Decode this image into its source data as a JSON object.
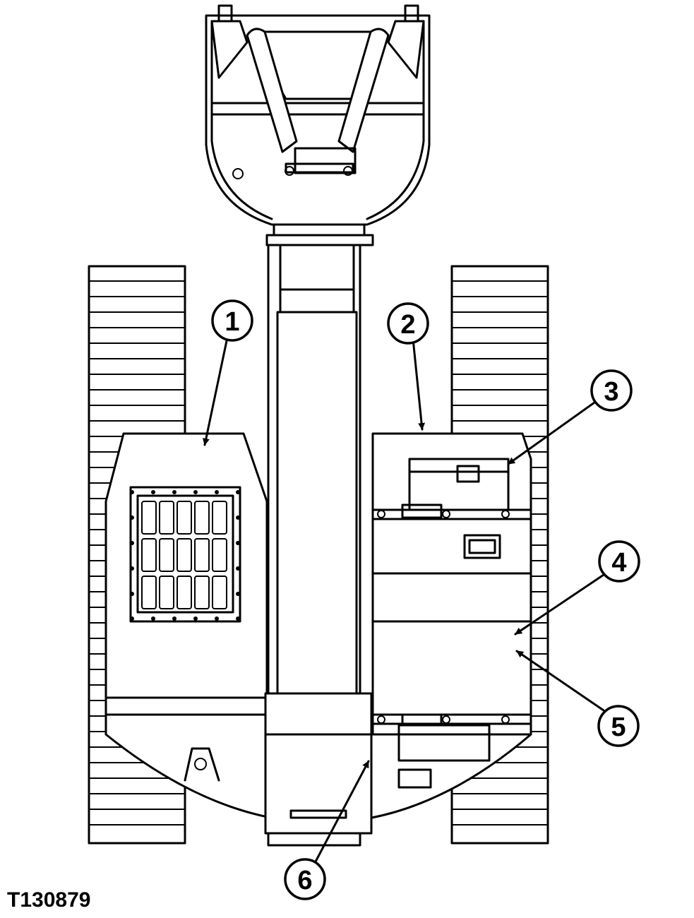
{
  "figure_id": "T130879",
  "callouts": [
    {
      "label": "1"
    },
    {
      "label": "2"
    },
    {
      "label": "3"
    },
    {
      "label": "4"
    },
    {
      "label": "5"
    },
    {
      "label": "6"
    }
  ]
}
